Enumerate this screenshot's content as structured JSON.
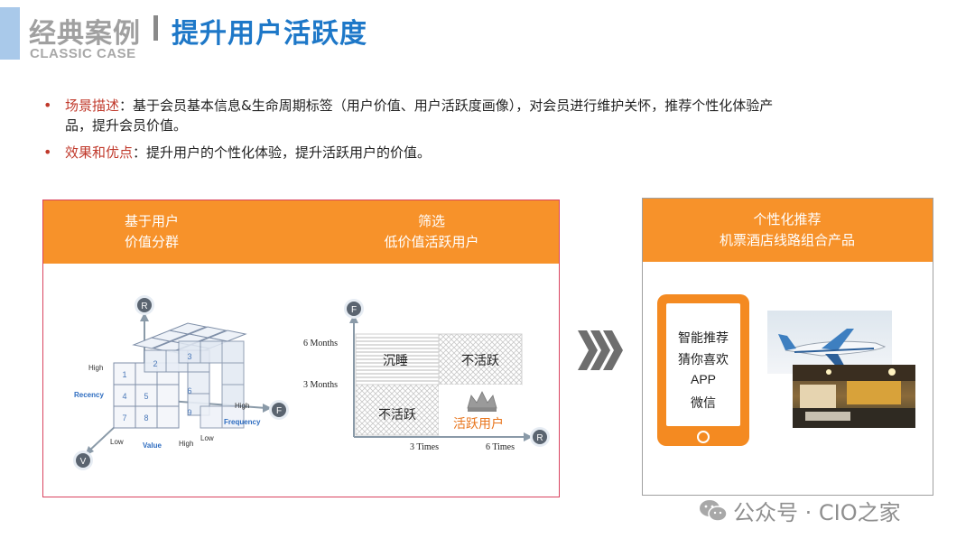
{
  "header": {
    "title_left": "经典案例",
    "title_right": "提升用户活跃度",
    "subtitle": "CLASSIC CASE"
  },
  "bullets": [
    {
      "key": "场景描述",
      "text_line1": "：基于会员基本信息&生命周期标签（用户价值、用户活跃度画像），对会员进行维护关怀，推荐个性化体验产",
      "text_line2": "品，提升会员价值。"
    },
    {
      "key": "效果和优点",
      "text_line1": "：提升用户的个性化体验，提升活跃用户的价值。",
      "text_line2": ""
    }
  ],
  "panel_left": {
    "col1_line1": "基于用户",
    "col1_line2": "价值分群",
    "col2_line1": "筛选",
    "col2_line2": "低价值活跃用户"
  },
  "cube_chart": {
    "axis_r": "R",
    "axis_f": "F",
    "axis_v": "V",
    "recency": "Recency",
    "frequency": "Frequency",
    "value": "Value",
    "high_left": "High",
    "high_right": "High",
    "high_bottom": "High",
    "low_bottom": "Low",
    "low_right": "Low",
    "cells": [
      "1",
      "2",
      "3",
      "4",
      "5",
      "6",
      "7",
      "8",
      "9"
    ]
  },
  "quad_chart": {
    "axis_f": "F",
    "axis_r": "R",
    "y_tick_top": "6 Months",
    "y_tick_mid": "3 Months",
    "x_tick_mid": "3 Times",
    "x_tick_right": "6 Times",
    "q_top_left": "沉睡",
    "q_top_right": "不活跃",
    "q_bottom_left": "不活跃",
    "q_bottom_right": "活跃用户"
  },
  "panel_right": {
    "head_line1": "个性化推荐",
    "head_line2": "机票酒店线路组合产品"
  },
  "phone": {
    "line1": "智能推荐",
    "line2": "猜你喜欢",
    "line3": "APP",
    "line4": "微信"
  },
  "watermark": {
    "text": "公众号 · CIO之家"
  },
  "colors": {
    "orange": "#f7922a",
    "red_accent": "#c0392b",
    "blue_title": "#1e78c8",
    "border_red": "#d9435f"
  }
}
